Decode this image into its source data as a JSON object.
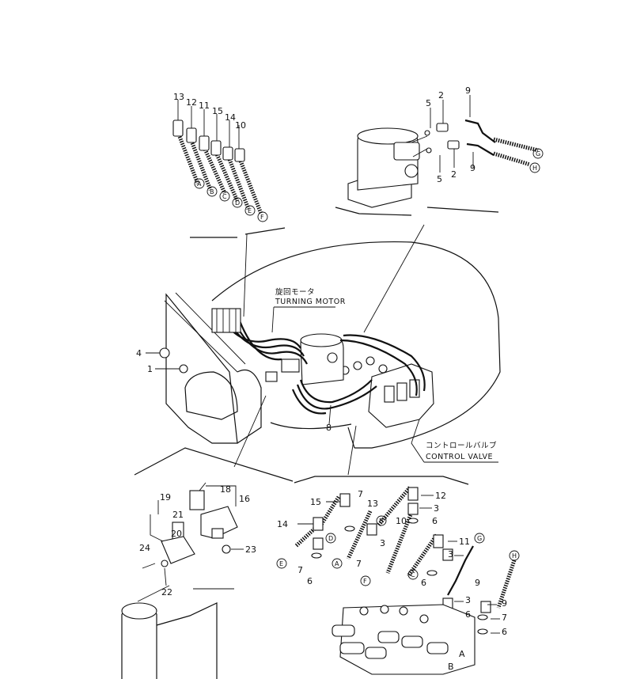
{
  "labels": {
    "turning_motor_jp": "旋回モータ",
    "turning_motor_en": "TURNING MOTOR",
    "control_valve_jp": "コントロールバルブ",
    "control_valve_en": "CONTROL VALVE"
  },
  "callouts_top_left": [
    {
      "num": "13"
    },
    {
      "num": "12"
    },
    {
      "num": "11"
    },
    {
      "num": "15"
    },
    {
      "num": "14"
    },
    {
      "num": "10"
    }
  ],
  "letters_top_left": [
    "A",
    "B",
    "C",
    "D",
    "E",
    "F"
  ],
  "callouts_top_right": [
    "5",
    "2",
    "9",
    "5",
    "2",
    "9"
  ],
  "letters_top_right": [
    "G",
    "H"
  ],
  "callouts_middle": [
    "4",
    "1",
    "8"
  ],
  "callouts_bottom_left": [
    "19",
    "18",
    "16",
    "21",
    "20",
    "24",
    "22",
    "23"
  ],
  "callouts_bottom_right": [
    "15",
    "7",
    "13",
    "12",
    "3",
    "6",
    "10",
    "14",
    "7",
    "11",
    "3",
    "6",
    "7",
    "6",
    "3",
    "9",
    "3",
    "9",
    "7",
    "6",
    "6"
  ],
  "letters_bottom_right": [
    "A",
    "B",
    "C",
    "D",
    "E",
    "F",
    "G",
    "H"
  ],
  "valve_letters": [
    "A",
    "B"
  ]
}
